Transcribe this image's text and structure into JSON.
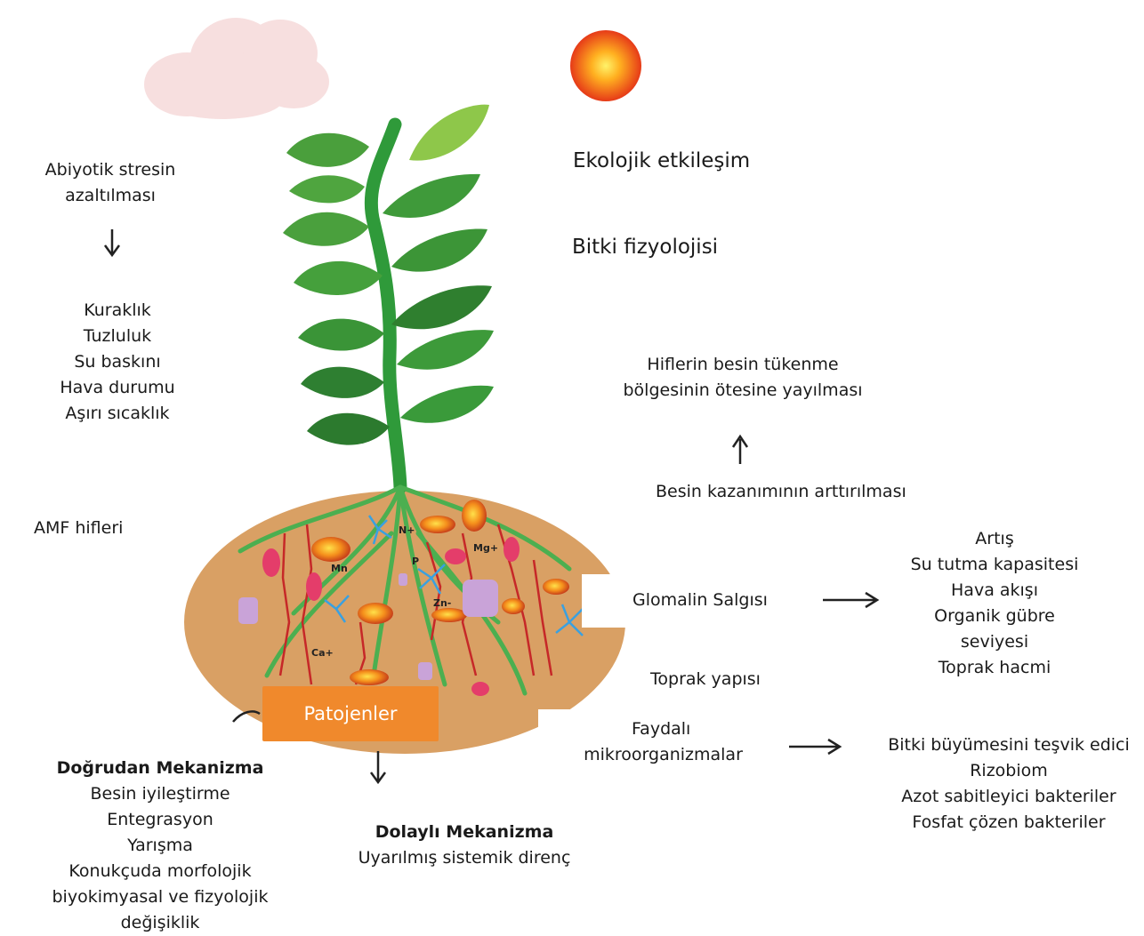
{
  "labels": {
    "abiotic_title": "Abiyotik stresin",
    "abiotic_title2": "azaltılması",
    "stress_list": [
      "Kuraklık",
      "Tuzluluk",
      "Su baskını",
      "Hava durumu",
      "Aşırı sıcaklık"
    ],
    "amf": "AMF hifleri",
    "ecological": "Ekolojik etkileşim",
    "physiology": "Bitki fizyolojisi",
    "hyphae_line1": "Hiflerin besin tükenme",
    "hyphae_line2": "bölgesinin ötesine yayılması",
    "nutrient_gain": "Besin kazanımının arttırılması",
    "glomalin": "Glomalin Salgısı",
    "glomalin_effects": [
      "Artış",
      "Su tutma kapasitesi",
      "Hava akışı",
      "Organik gübre",
      "seviyesi",
      "Toprak hacmi"
    ],
    "soil_structure": "Toprak yapısı",
    "beneficial_line1": "Faydalı",
    "beneficial_line2": "mikroorganizmalar",
    "microbe_list": [
      "Bitki büyümesini teşvik edici",
      "Rizobiom",
      "Azot sabitleyici bakteriler",
      "Fosfat çözen bakteriler"
    ],
    "pathogens": "Patojenler",
    "direct_title": "Doğrudan Mekanizma",
    "direct_list": [
      "Besin iyileştirme",
      "Entegrasyon",
      "Yarışma",
      "Konukçuda morfolojik",
      "biyokimyasal ve fizyolojik",
      "değişiklik"
    ],
    "indirect_title": "Dolaylı Mekanizma",
    "indirect_item": "Uyarılmış sistemik direnç",
    "ions": [
      "N+",
      "Mg+",
      "Mn",
      "P",
      "Zn-",
      "Ca+"
    ]
  },
  "colors": {
    "soil": "#d9a064",
    "stem": "#2f9a3a",
    "leaf_light": "#6fba3f",
    "leaf_mid": "#3f9a3a",
    "leaf_dark": "#2e7f31",
    "hyphae": "#c62828",
    "roots": "#4caf50",
    "spore": "#f08a1c",
    "pathogen_box": "#f0892c",
    "sun_core": "#ffd23a",
    "sun_edge": "#e8401c",
    "cloud": "#f6dede"
  }
}
